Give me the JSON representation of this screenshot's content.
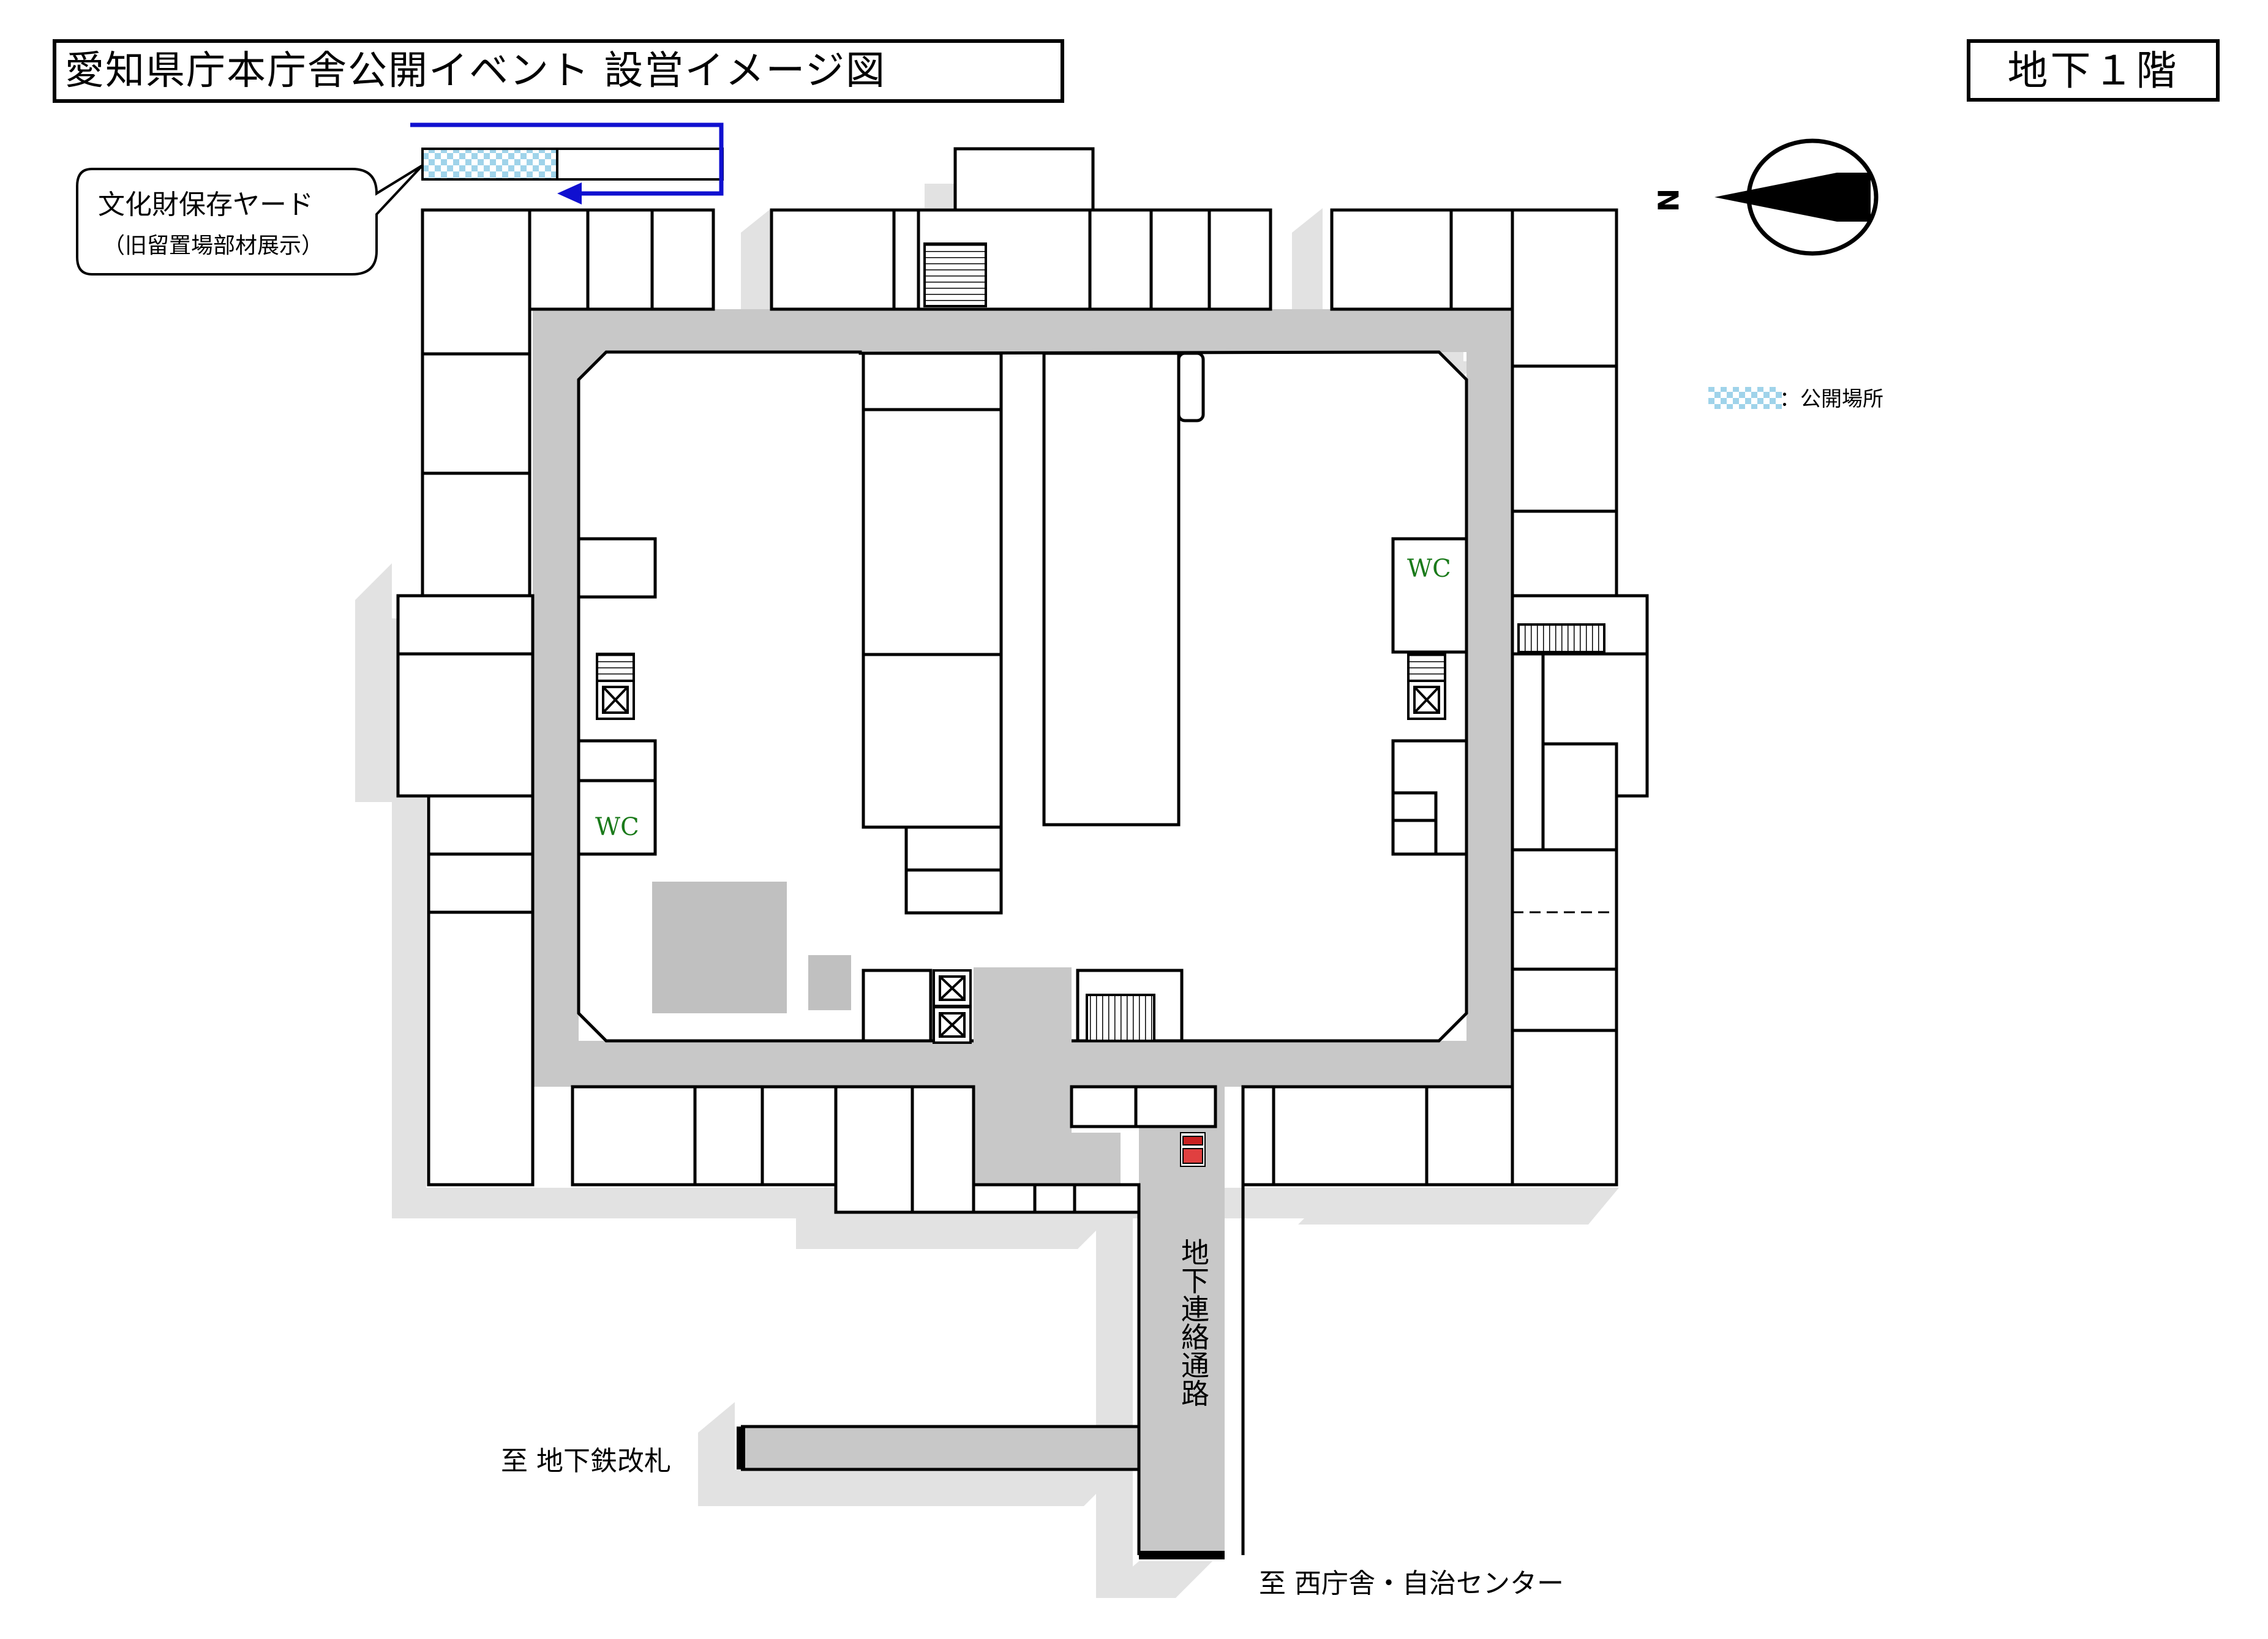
{
  "header": {
    "title": "愛知県庁本庁舎公開イベント 設営イメージ図",
    "floor": "地下１階"
  },
  "callout": {
    "line1": "文化財保存ヤード",
    "line2": "（旧留置場部材展示）"
  },
  "legend": {
    "label": "：公開場所",
    "swatch_color": "#9fd3ea"
  },
  "compass": {
    "letter": "N"
  },
  "rooms": {
    "wc_left": "WC",
    "wc_right": "WC"
  },
  "directions": {
    "passage": "地下連絡通路",
    "to_subway": "至 地下鉄改札",
    "to_west": "至 西庁舎・自治センター"
  },
  "colors": {
    "route_arrow": "#1010d0",
    "corridor": "#c8c8c8",
    "shadow": "#e2e2e2",
    "wall": "#000000"
  }
}
